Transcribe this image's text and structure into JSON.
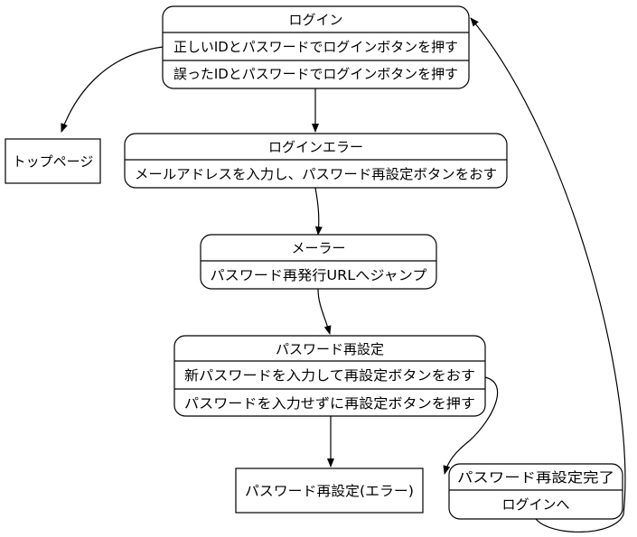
{
  "nodes": {
    "login": {
      "title": "ログイン",
      "actions": [
        "正しいIDとパスワードでログインボタンを押す",
        "誤ったIDとパスワードでログインボタンを押す"
      ]
    },
    "top_page": {
      "title": "トップページ"
    },
    "login_error": {
      "title": "ログインエラー",
      "actions": [
        "メールアドレスを入力し、パスワード再設定ボタンをおす"
      ]
    },
    "mail": {
      "title": "メーラー",
      "actions": [
        "パスワード再発行URLへジャンプ"
      ]
    },
    "password_reset": {
      "title": "パスワード再設定",
      "actions": [
        "新パスワードを入力して再設定ボタンをおす",
        "パスワードを入力せずに再設定ボタンを押す"
      ]
    },
    "reset_error": {
      "title": "パスワード再設定(エラー)"
    },
    "reset_complete": {
      "title": "パスワード再設定完了",
      "actions": [
        "ログインへ"
      ]
    }
  }
}
